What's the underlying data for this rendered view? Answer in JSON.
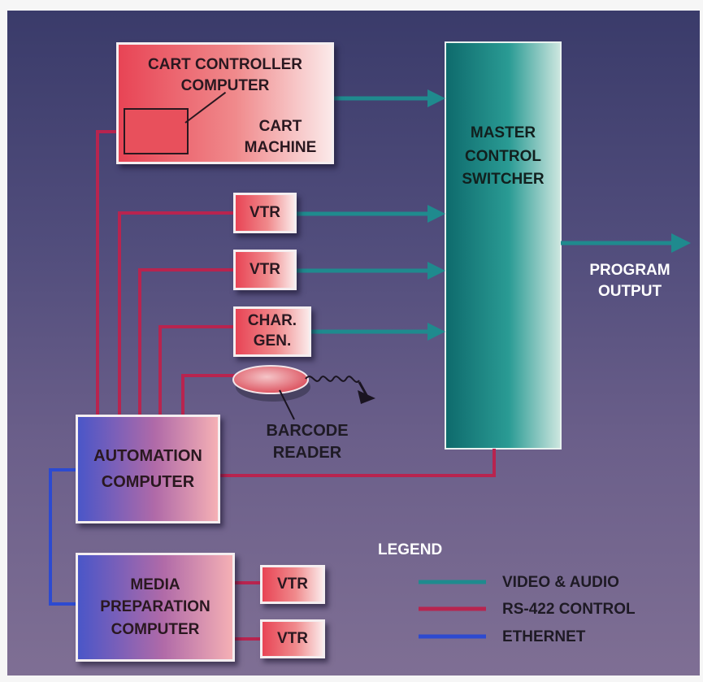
{
  "diagram": {
    "cart_controller": {
      "line1": "CART CONTROLLER",
      "line2": "COMPUTER"
    },
    "cart_machine": {
      "line1": "CART",
      "line2": "MACHINE"
    },
    "master_switcher": {
      "line1": "MASTER",
      "line2": "CONTROL",
      "line3": "SWITCHER"
    },
    "vtr_1": "VTR",
    "vtr_2": "VTR",
    "char_gen": {
      "line1": "CHAR.",
      "line2": "GEN."
    },
    "barcode_reader": {
      "line1": "BARCODE",
      "line2": "READER"
    },
    "automation_computer": {
      "line1": "AUTOMATION",
      "line2": "COMPUTER"
    },
    "media_prep": {
      "line1": "MEDIA",
      "line2": "PREPARATION",
      "line3": "COMPUTER"
    },
    "vtr_3": "VTR",
    "vtr_4": "VTR",
    "program_output": {
      "line1": "PROGRAM",
      "line2": "OUTPUT"
    }
  },
  "legend": {
    "title": "LEGEND",
    "items": [
      {
        "label": "VIDEO & AUDIO",
        "color": "#1f8a8e"
      },
      {
        "label": "RS-422 CONTROL",
        "color": "#b8244f"
      },
      {
        "label": "ETHERNET",
        "color": "#2d4ad0"
      }
    ]
  }
}
